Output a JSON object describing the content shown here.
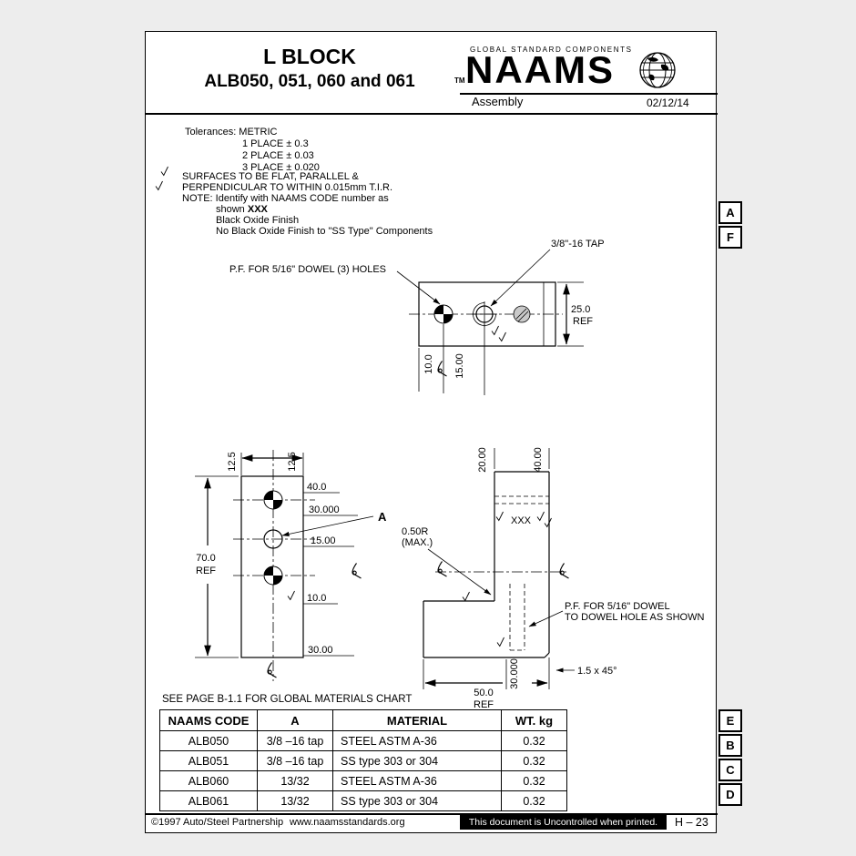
{
  "header": {
    "title": "L BLOCK",
    "subtitle": "ALB050, 051, 060 and 061",
    "brand_small": "GLOBAL STANDARD COMPONENTS",
    "brand_tm": "TM",
    "brand": "NAAMS",
    "assembly_label": "Assembly",
    "date": "02/12/14"
  },
  "notes": {
    "tolerances_label": "Tolerances: METRIC",
    "tol_lines": [
      "1 PLACE ± 0.3",
      "2 PLACE ± 0.03",
      "3 PLACE ± 0.020"
    ],
    "surface_line1": "SURFACES TO BE FLAT, PARALLEL &",
    "surface_line2": "PERPENDICULAR TO WITHIN 0.015mm T.I.R.",
    "note_line1": "NOTE:  Identify with NAAMS CODE number as",
    "note_line2_prefix": "shown ",
    "note_line2_bold": "XXX",
    "note_line3": "Black Oxide Finish",
    "note_line4": "No Black Oxide Finish to \"SS Type\" Components"
  },
  "drawing": {
    "top_view": {
      "tap_callout": "3/8\"-16 TAP",
      "dowel_callout": "P.F. FOR 5/16\" DOWEL (3) HOLES",
      "dim_depth": "25.0",
      "dim_depth_ref": "REF",
      "dim_edge": "10.0",
      "dim_pitch": "15.00"
    },
    "front_view": {
      "dim_left": "12.5",
      "dim_right": "12.5",
      "dim_40": "40.0",
      "dim_30000": "30.000",
      "dim_15": "15.00",
      "dim_height": "70.0",
      "dim_height_ref": "REF",
      "dim_10": "10.0",
      "dim_30": "30.00",
      "datum_label": "A"
    },
    "side_view": {
      "dim_20": "20.00",
      "dim_40": "40.00",
      "id_mark": "XXX",
      "radius_line1": "0.50R",
      "radius_line2": "(MAX.)",
      "dowel_line1": "P.F. FOR 5/16\" DOWEL",
      "dowel_line2": "TO DOWEL HOLE AS SHOWN",
      "chamfer": "1.5 x 45°",
      "dim_30000": "30.000",
      "dim_width": "50.0",
      "dim_width_ref": "REF"
    }
  },
  "materials": {
    "chart_note": "SEE PAGE B-1.1 FOR GLOBAL MATERIALS CHART",
    "headers": [
      "NAAMS CODE",
      "A",
      "MATERIAL",
      "WT. kg"
    ],
    "rows": [
      [
        "ALB050",
        "3/8 –16 tap",
        "STEEL ASTM A-36",
        "0.32"
      ],
      [
        "ALB051",
        "3/8 –16 tap",
        "SS type 303 or 304",
        "0.32"
      ],
      [
        "ALB060",
        "13/32",
        "STEEL ASTM A-36",
        "0.32"
      ],
      [
        "ALB061",
        "13/32",
        "SS type 303 or 304",
        "0.32"
      ]
    ]
  },
  "margin_markers": {
    "top": [
      "A",
      "F"
    ],
    "bottom": [
      "E",
      "B",
      "C",
      "D"
    ]
  },
  "footer": {
    "copyright": "©1997 Auto/Steel Partnership",
    "website": "www.naamsstandards.org",
    "uncontrolled_note": "This document is Uncontrolled when printed.",
    "page_number": "H – 23"
  }
}
